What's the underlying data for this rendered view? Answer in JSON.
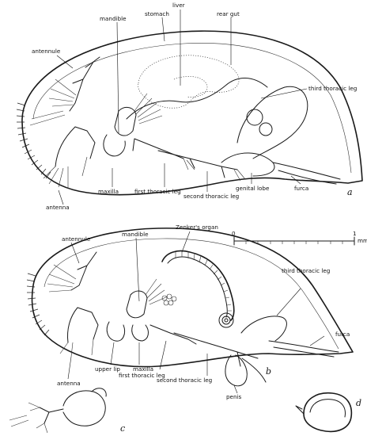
{
  "panels": {
    "a": {
      "letter": "a",
      "labels": {
        "stomach": "stomach",
        "liver": "liver",
        "rear_gut": "rear gut",
        "mandible": "mandible",
        "antennule": "antennule",
        "third_thoracic_leg": "third thoracic leg",
        "antenna": "antenna",
        "maxilla": "maxilla",
        "first_thoracic_leg": "first thoracic leg",
        "second_thoracic_leg": "second thoracic leg",
        "genital_lobe": "genital lobe",
        "furca": "furca"
      }
    },
    "b": {
      "letter": "b",
      "labels": {
        "mandible": "mandible",
        "zenkers_organ": "Zenker's organ",
        "antennule": "antennule",
        "third_thoracic_leg": "third thoracic leg",
        "furca": "furca",
        "antenna": "antenna",
        "upper_lip": "upper lip",
        "maxilla": "maxilla",
        "first_thoracic_leg": "first thoracic leg",
        "second_thoracic_leg": "second thoracic leg",
        "penis": "penis"
      }
    },
    "c": {
      "letter": "c"
    },
    "d": {
      "letter": "d"
    }
  },
  "scale_bar": {
    "start": "0",
    "end": "1",
    "unit": "mm"
  }
}
